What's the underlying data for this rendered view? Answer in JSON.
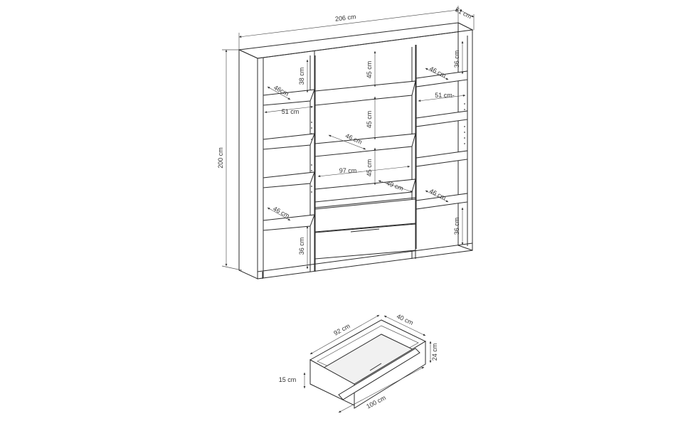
{
  "colors": {
    "line": "#2b2b2b",
    "dimension": "#444444",
    "background": "#ffffff",
    "panel_shade": "#f1f1f1"
  },
  "wardrobe_dimensions": {
    "total_width": "206 cm",
    "total_depth": "51 cm",
    "total_height": "200 cm",
    "left_top_shelf_height": "38 cm",
    "left_top_shelf_depth": "46cm",
    "left_shelf_width": "51 cm",
    "left_lower_shelf_depth": "46 cm",
    "left_bottom_height": "36 cm",
    "center_compartment_top": "45 cm",
    "center_compartment_middle": "45 cm",
    "center_compartment_lower": "45 cm",
    "center_shelf_depth": "46 cm",
    "center_inner_width": "97 cm",
    "center_drawer_area_depth": "49 cm",
    "right_top_height": "36 cm",
    "right_top_shelf_depth": "46 cm",
    "right_shelf_width": "51 cm-",
    "right_lower_shelf_depth": "46 cm",
    "right_bottom_height": "36 cm"
  },
  "drawer_dimensions": {
    "inner_length": "92 cm",
    "inner_depth": "40 cm",
    "height": "24 cm",
    "inner_height": "15 cm",
    "outer_length": "100 cm"
  }
}
